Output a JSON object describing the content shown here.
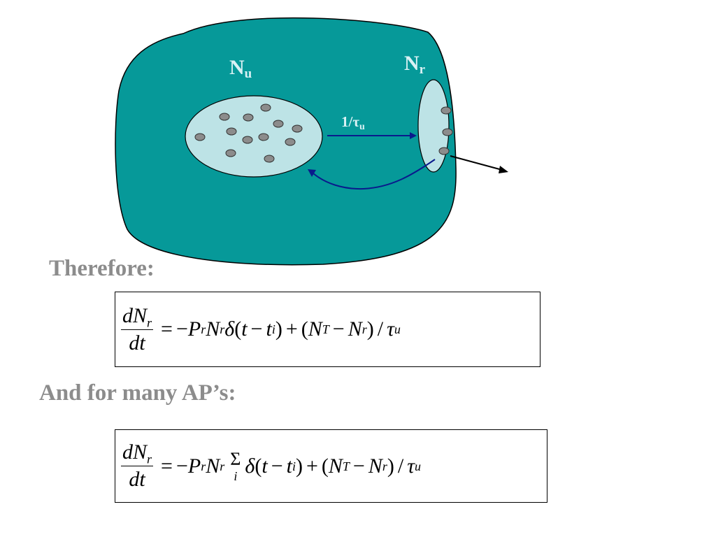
{
  "diagram": {
    "label_nu_main": "N",
    "label_nu_sub": "u",
    "label_nr_main": "N",
    "label_nr_sub": "r",
    "label_rate_main": "1/τ",
    "label_rate_sub": "u",
    "colors": {
      "cell_fill": "#069999",
      "pool_fill": "#bde3e6",
      "vesicle_fill": "#8c8c8c",
      "arrow_blue": "#0a1a8c",
      "label_color": "#d9f1f4"
    }
  },
  "headings": {
    "therefore": "Therefore:",
    "many_aps": "And for many AP’s:"
  },
  "equations": {
    "dN": "dN",
    "r": "r",
    "dt": "dt",
    "eq": "=",
    "minus": "−",
    "P": "P",
    "N": "N",
    "delta": "δ",
    "lpar": "(",
    "rpar": ")",
    "t": "t",
    "i": "i",
    "plus": "+",
    "T": "T",
    "slash": "/",
    "tau": "τ",
    "u": "u",
    "sigma": "Σ"
  }
}
